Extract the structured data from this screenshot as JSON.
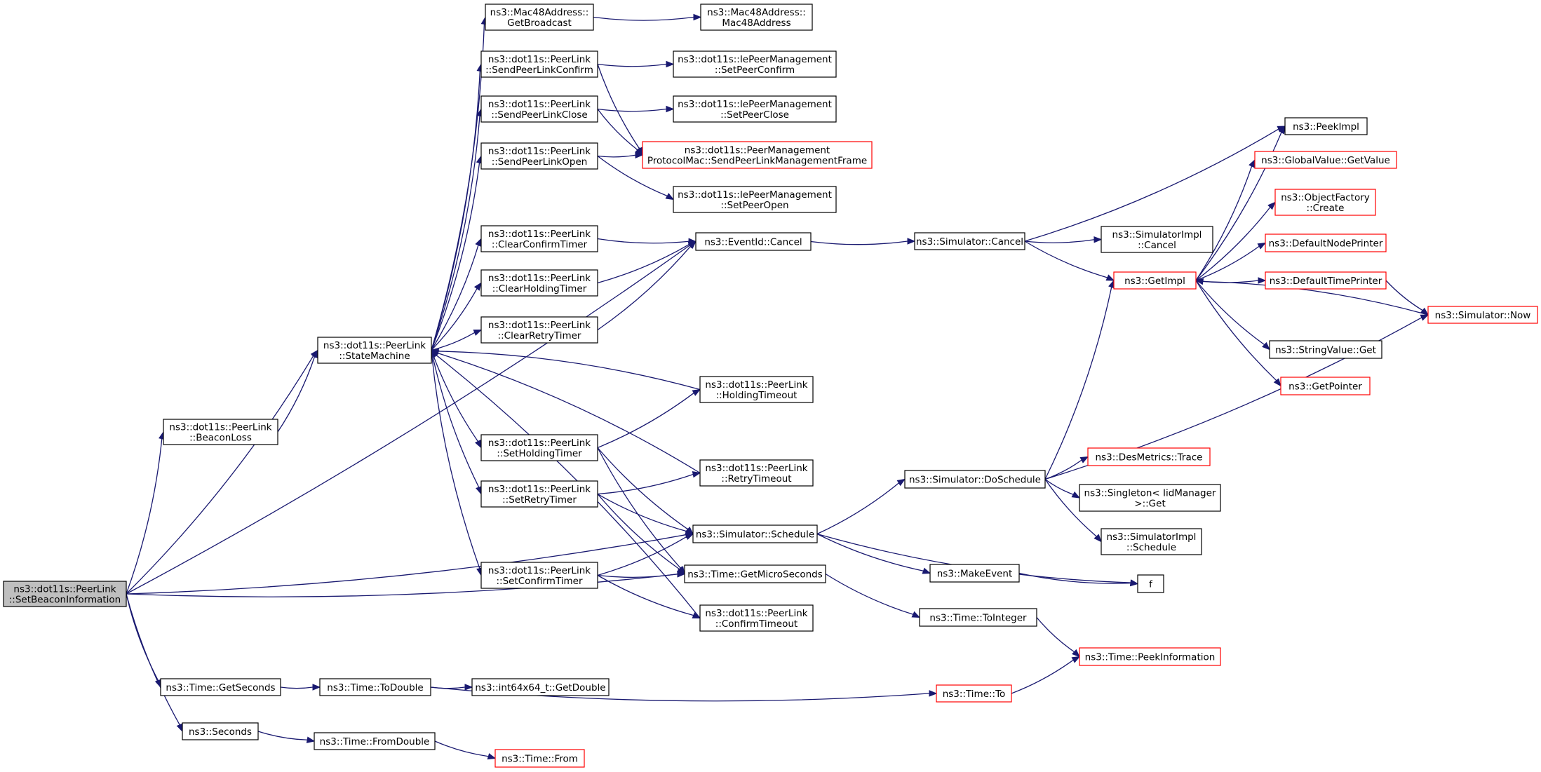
{
  "diagram": {
    "type": "call-graph",
    "colors": {
      "edge": "#191970",
      "node_border_default": "#000000",
      "node_border_truncated": "#ff0000",
      "node_fill_root": "#bfbfbf",
      "node_fill_default": "#ffffff"
    },
    "nodes": [
      {
        "id": "root",
        "lines": [
          "ns3::dot11s::PeerLink",
          "::SetBeaconInformation"
        ],
        "style": "root"
      },
      {
        "id": "beaconloss",
        "lines": [
          "ns3::dot11s::PeerLink",
          "::BeaconLoss"
        ],
        "style": "normal"
      },
      {
        "id": "statemachine",
        "lines": [
          "ns3::dot11s::PeerLink",
          "::StateMachine"
        ],
        "style": "normal"
      },
      {
        "id": "getbroadcast",
        "lines": [
          "ns3::Mac48Address::",
          "GetBroadcast"
        ],
        "style": "normal"
      },
      {
        "id": "mac48address",
        "lines": [
          "ns3::Mac48Address::",
          "Mac48Address"
        ],
        "style": "normal"
      },
      {
        "id": "sendconfirm",
        "lines": [
          "ns3::dot11s::PeerLink",
          "::SendPeerLinkConfirm"
        ],
        "style": "normal"
      },
      {
        "id": "setpeerconfirm",
        "lines": [
          "ns3::dot11s::IePeerManagement",
          "::SetPeerConfirm"
        ],
        "style": "normal"
      },
      {
        "id": "sendclose",
        "lines": [
          "ns3::dot11s::PeerLink",
          "::SendPeerLinkClose"
        ],
        "style": "normal"
      },
      {
        "id": "setpeerclose",
        "lines": [
          "ns3::dot11s::IePeerManagement",
          "::SetPeerClose"
        ],
        "style": "normal"
      },
      {
        "id": "sendopen",
        "lines": [
          "ns3::dot11s::PeerLink",
          "::SendPeerLinkOpen"
        ],
        "style": "normal"
      },
      {
        "id": "sendmgmt",
        "lines": [
          "ns3::dot11s::PeerManagement",
          "ProtocolMac::SendPeerLinkManagementFrame"
        ],
        "style": "truncated"
      },
      {
        "id": "setpeeropen",
        "lines": [
          "ns3::dot11s::IePeerManagement",
          "::SetPeerOpen"
        ],
        "style": "normal"
      },
      {
        "id": "clearconfirm",
        "lines": [
          "ns3::dot11s::PeerLink",
          "::ClearConfirmTimer"
        ],
        "style": "normal"
      },
      {
        "id": "clearholding",
        "lines": [
          "ns3::dot11s::PeerLink",
          "::ClearHoldingTimer"
        ],
        "style": "normal"
      },
      {
        "id": "clearretry",
        "lines": [
          "ns3::dot11s::PeerLink",
          "::ClearRetryTimer"
        ],
        "style": "normal"
      },
      {
        "id": "eventcancel",
        "lines": [
          "ns3::EventId::Cancel"
        ],
        "style": "normal"
      },
      {
        "id": "holdingtimeout",
        "lines": [
          "ns3::dot11s::PeerLink",
          "::HoldingTimeout"
        ],
        "style": "normal"
      },
      {
        "id": "setholding",
        "lines": [
          "ns3::dot11s::PeerLink",
          "::SetHoldingTimer"
        ],
        "style": "normal"
      },
      {
        "id": "retrytimeout",
        "lines": [
          "ns3::dot11s::PeerLink",
          "::RetryTimeout"
        ],
        "style": "normal"
      },
      {
        "id": "setretry",
        "lines": [
          "ns3::dot11s::PeerLink",
          "::SetRetryTimer"
        ],
        "style": "normal"
      },
      {
        "id": "schedule",
        "lines": [
          "ns3::Simulator::Schedule"
        ],
        "style": "normal"
      },
      {
        "id": "setconfirm",
        "lines": [
          "ns3::dot11s::PeerLink",
          "::SetConfirmTimer"
        ],
        "style": "normal"
      },
      {
        "id": "getmicro",
        "lines": [
          "ns3::Time::GetMicroSeconds"
        ],
        "style": "normal"
      },
      {
        "id": "confirmtimeout",
        "lines": [
          "ns3::dot11s::PeerLink",
          "::ConfirmTimeout"
        ],
        "style": "normal"
      },
      {
        "id": "getseconds",
        "lines": [
          "ns3::Time::GetSeconds"
        ],
        "style": "normal"
      },
      {
        "id": "todouble",
        "lines": [
          "ns3::Time::ToDouble"
        ],
        "style": "normal"
      },
      {
        "id": "getdouble",
        "lines": [
          "ns3::int64x64_t::GetDouble"
        ],
        "style": "normal"
      },
      {
        "id": "seconds",
        "lines": [
          "ns3::Seconds"
        ],
        "style": "normal"
      },
      {
        "id": "fromdouble",
        "lines": [
          "ns3::Time::FromDouble"
        ],
        "style": "normal"
      },
      {
        "id": "from",
        "lines": [
          "ns3::Time::From"
        ],
        "style": "truncated"
      },
      {
        "id": "simcancel",
        "lines": [
          "ns3::Simulator::Cancel"
        ],
        "style": "normal"
      },
      {
        "id": "simimplcancel",
        "lines": [
          "ns3::SimulatorImpl",
          "::Cancel"
        ],
        "style": "normal"
      },
      {
        "id": "getimpl",
        "lines": [
          "ns3::GetImpl"
        ],
        "style": "truncated"
      },
      {
        "id": "doschedule",
        "lines": [
          "ns3::Simulator::DoSchedule"
        ],
        "style": "normal"
      },
      {
        "id": "makeevent",
        "lines": [
          "ns3::MakeEvent"
        ],
        "style": "normal"
      },
      {
        "id": "f",
        "lines": [
          "f"
        ],
        "style": "normal"
      },
      {
        "id": "tointeger",
        "lines": [
          "ns3::Time::ToInteger"
        ],
        "style": "normal"
      },
      {
        "id": "to",
        "lines": [
          "ns3::Time::To"
        ],
        "style": "truncated"
      },
      {
        "id": "peekinfo",
        "lines": [
          "ns3::Time::PeekInformation"
        ],
        "style": "truncated"
      },
      {
        "id": "destrace",
        "lines": [
          "ns3::DesMetrics::Trace"
        ],
        "style": "truncated"
      },
      {
        "id": "singleton",
        "lines": [
          "ns3::Singleton< IidManager",
          " >::Get"
        ],
        "style": "normal"
      },
      {
        "id": "simimplschedule",
        "lines": [
          "ns3::SimulatorImpl",
          "::Schedule"
        ],
        "style": "normal"
      },
      {
        "id": "peekimpl",
        "lines": [
          "ns3::PeekImpl"
        ],
        "style": "normal"
      },
      {
        "id": "globalvalue",
        "lines": [
          "ns3::GlobalValue::GetValue"
        ],
        "style": "truncated"
      },
      {
        "id": "objectfactory",
        "lines": [
          "ns3::ObjectFactory",
          "::Create"
        ],
        "style": "truncated"
      },
      {
        "id": "nodeprinter",
        "lines": [
          "ns3::DefaultNodePrinter"
        ],
        "style": "truncated"
      },
      {
        "id": "timeprinter",
        "lines": [
          "ns3::DefaultTimePrinter"
        ],
        "style": "truncated"
      },
      {
        "id": "simnow",
        "lines": [
          "ns3::Simulator::Now"
        ],
        "style": "truncated"
      },
      {
        "id": "stringvalue",
        "lines": [
          "ns3::StringValue::Get"
        ],
        "style": "normal"
      },
      {
        "id": "getpointer",
        "lines": [
          "ns3::GetPointer"
        ],
        "style": "truncated"
      }
    ],
    "edges": [
      [
        "root",
        "eventcancel"
      ],
      [
        "root",
        "beaconloss"
      ],
      [
        "root",
        "schedule"
      ],
      [
        "root",
        "getmicro"
      ],
      [
        "root",
        "statemachine"
      ],
      [
        "root",
        "getseconds"
      ],
      [
        "root",
        "seconds"
      ],
      [
        "beaconloss",
        "statemachine"
      ],
      [
        "statemachine",
        "getbroadcast"
      ],
      [
        "statemachine",
        "sendconfirm"
      ],
      [
        "statemachine",
        "sendclose"
      ],
      [
        "statemachine",
        "sendopen"
      ],
      [
        "statemachine",
        "clearconfirm"
      ],
      [
        "statemachine",
        "clearholding"
      ],
      [
        "statemachine",
        "clearretry"
      ],
      [
        "statemachine",
        "setholding"
      ],
      [
        "statemachine",
        "setretry"
      ],
      [
        "statemachine",
        "setconfirm"
      ],
      [
        "holdingtimeout",
        "statemachine"
      ],
      [
        "retrytimeout",
        "statemachine"
      ],
      [
        "confirmtimeout",
        "statemachine"
      ],
      [
        "getbroadcast",
        "mac48address"
      ],
      [
        "sendconfirm",
        "setpeerconfirm"
      ],
      [
        "sendconfirm",
        "sendmgmt"
      ],
      [
        "sendclose",
        "setpeerclose"
      ],
      [
        "sendclose",
        "sendmgmt"
      ],
      [
        "sendopen",
        "sendmgmt"
      ],
      [
        "sendopen",
        "setpeeropen"
      ],
      [
        "clearconfirm",
        "eventcancel"
      ],
      [
        "clearholding",
        "eventcancel"
      ],
      [
        "clearretry",
        "eventcancel"
      ],
      [
        "setholding",
        "holdingtimeout"
      ],
      [
        "setholding",
        "schedule"
      ],
      [
        "setholding",
        "getmicro"
      ],
      [
        "setretry",
        "retrytimeout"
      ],
      [
        "setretry",
        "schedule"
      ],
      [
        "setretry",
        "getmicro"
      ],
      [
        "setconfirm",
        "schedule"
      ],
      [
        "setconfirm",
        "getmicro"
      ],
      [
        "setconfirm",
        "confirmtimeout"
      ],
      [
        "eventcancel",
        "simcancel"
      ],
      [
        "simcancel",
        "peekimpl"
      ],
      [
        "simcancel",
        "simimplcancel"
      ],
      [
        "simcancel",
        "getimpl"
      ],
      [
        "schedule",
        "doschedule"
      ],
      [
        "schedule",
        "makeevent"
      ],
      [
        "schedule",
        "f"
      ],
      [
        "makeevent",
        "f"
      ],
      [
        "getmicro",
        "tointeger"
      ],
      [
        "tointeger",
        "peekinfo"
      ],
      [
        "getseconds",
        "todouble"
      ],
      [
        "todouble",
        "getdouble"
      ],
      [
        "todouble",
        "to"
      ],
      [
        "to",
        "peekinfo"
      ],
      [
        "seconds",
        "fromdouble"
      ],
      [
        "fromdouble",
        "from"
      ],
      [
        "doschedule",
        "getimpl"
      ],
      [
        "doschedule",
        "simnow"
      ],
      [
        "doschedule",
        "destrace"
      ],
      [
        "doschedule",
        "singleton"
      ],
      [
        "doschedule",
        "simimplschedule"
      ],
      [
        "getimpl",
        "peekimpl"
      ],
      [
        "getimpl",
        "globalvalue"
      ],
      [
        "getimpl",
        "objectfactory"
      ],
      [
        "getimpl",
        "nodeprinter"
      ],
      [
        "getimpl",
        "timeprinter"
      ],
      [
        "getimpl",
        "stringvalue"
      ],
      [
        "getimpl",
        "getpointer"
      ],
      [
        "timeprinter",
        "simnow"
      ],
      [
        "simnow",
        "getimpl"
      ]
    ]
  }
}
